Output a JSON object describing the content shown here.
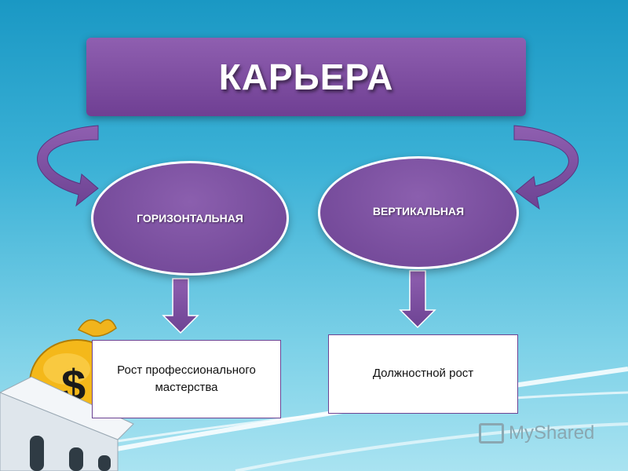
{
  "title": "КАРЬЕРА",
  "branches": [
    {
      "label": "ГОРИЗОНТАЛЬНАЯ",
      "result": "Рост профессионального мастерства"
    },
    {
      "label": "ВЕРТИКАЛЬНАЯ",
      "result": "Должностной рост"
    }
  ],
  "colors": {
    "purple_main": "#6d4393",
    "purple_light": "#8f5fb0",
    "background_top": "#1a98c4",
    "background_bottom": "#a9e3f1"
  },
  "icons": [
    "money-bag-icon",
    "bank-building-icon"
  ],
  "watermark": "MyShared"
}
